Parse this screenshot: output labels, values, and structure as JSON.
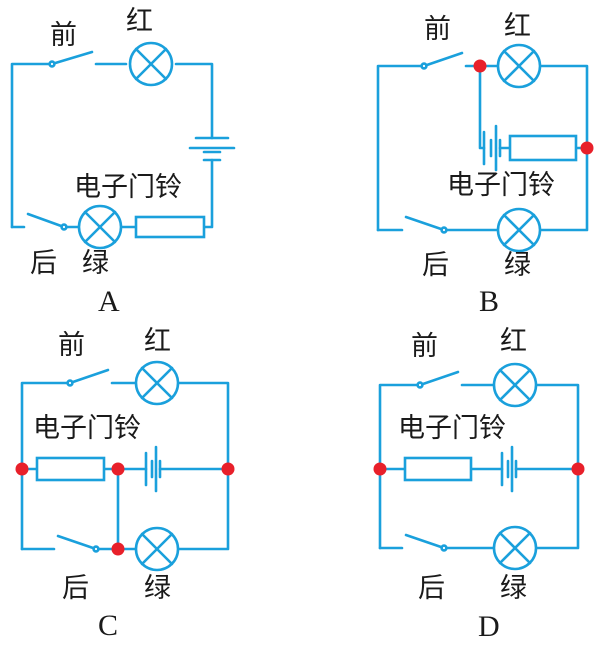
{
  "labels": {
    "front_switch": "前",
    "back_switch": "后",
    "red_lamp": "红",
    "green_lamp": "绿",
    "doorbell": "电子门铃"
  },
  "options": [
    {
      "caption": "A"
    },
    {
      "caption": "B"
    },
    {
      "caption": "C"
    },
    {
      "caption": "D"
    }
  ],
  "colors": {
    "wire": "#1aa0dc",
    "junction": "#e8202a",
    "text": "#1a1a1a"
  }
}
